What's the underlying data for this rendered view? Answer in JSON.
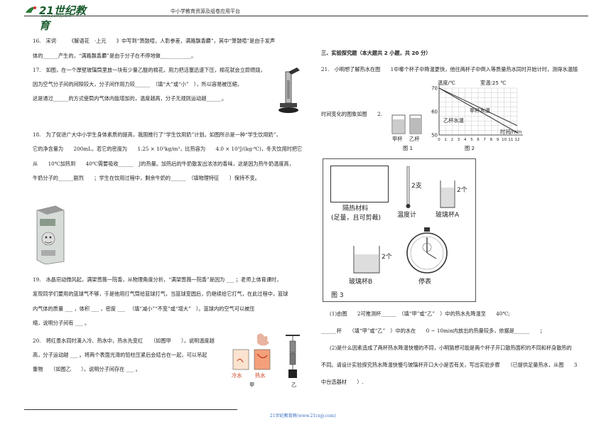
{
  "header": {
    "logo_text": "21世纪教育",
    "logo_url": "www.21cnjy.com",
    "center_title": "中小学教育资源及组卷应用平台"
  },
  "footer": {
    "text": "21世纪教育网(www.21cnjy.com)"
  },
  "left_column": {
    "q16": {
      "line1": "16.　宋词　　　《解语花　·上元　　》中写到“箫鼓喧，人影参差，满路飘香麝”，其中“箫鼓喧”是由于发声",
      "line2": "体的______产生的，“满路飘香麝”是由于分子在不停地做____________。"
    },
    "q17": {
      "line1": "17.　如图，在一个厚壁玻璃筒里放一块有少量乙醚的棉花，用力把活塞迅速下压，棉花就会立即燃烧，",
      "line2": "因为空气分子间的间隙较大，分子间作用力较______　（填“大”或“小”　），所以容易被压缩，",
      "line3": "这是通过______的方式使筒内气体内能增加的，温度越高，分子无规则运动越______。"
    },
    "q18": {
      "line1": "18.　为了促进广大中小学生身体素质的提高，我国推行了“学生饮用奶”计划。如图所示是一种“学生饮用奶”，",
      "line2": "它的净含量为　　200mL，若它的密度为　　1.25 × 10³kg/m³，比热容为　　4.0 × 10³J/(kg·℃)，冬天饮用时把它",
      "line3": "从　　10℃加热到　　40℃需要吸收______　J的热量。加热后的牛奶散发出浓浓的香味，这是因为热牛奶温度高，",
      "line4": "牛奶分子的______剧烈　　；学生在饮用过程中，剩余牛奶的______　（填物理特征　　）保持不变。"
    },
    "q19": {
      "line1": "19.　水晶帘动微风起，满架蔷薇一院香，从物理角度分析，“满架蔷薇一院香”是因为 ___ ；老师上体育课时，",
      "line2": "发现同学们要用的篮球气不够，于是他用打气筒给篮球打气，当篮球变圆后，仍继续给它打气，在此过程中，篮球",
      "line3": "内气体的质量 ___ ，体积 ___ ，密度 ___ 　（填“减小”“不变”或“增大”　）。篮球内的空气可以被压",
      "line4": "缩，说明分子间有 ___ 。"
    },
    "q20": {
      "line1": "20.　将红墨水同时滴入冷、热水中，热水先变红　　（如图甲　　），说明温度越",
      "line2": "高，分子运动越 ___ 。将两个表面光滑的铅柱压紧后会结合在一起，可以吊起",
      "line3": "重物　　（如图乙　　），说明分子间存在 ___ 。"
    },
    "fig20": {
      "cold_label": "冷水",
      "hot_label": "热水",
      "jia": "甲",
      "yi": "乙"
    }
  },
  "right_column": {
    "section_title": "三、实验探究题（本大题共 2 小题，共 20 分）",
    "q21": {
      "line1": "21.　小明想了解热水在图　　1中哪个杯子中降温更快，他往两杯子中倒入等质量热水同时开始计时，测得水温随",
      "line2": "时间变化的图象如图　　2.",
      "line3": "(1)由图　　2可推测杯______　（填“甲”或“乙”　）中的热水先降温至　　40℃;",
      "line4": "______杯　　（填“甲”或“乙”　）中的水在　　0 ~ 10min内放出的热量较多，依据是______　　；",
      "line5": "(2)是什么因素造成了两杯热水降温快慢的不同，小明猜想可能是两个杯子开口散热面积的不同和杯身散热的",
      "line6": "不同。请设计实验探究热水降温快慢与玻璃杯开口大小是否有关，写出实验步骤　　（已提供足量热水，从图　　3",
      "line7": "中台选器材　　）."
    },
    "fig1": {
      "cup_jia": "甲杯",
      "cup_yi": "乙杯",
      "caption": "图 1"
    },
    "fig2": {
      "ylabel": "温度/℃",
      "room_temp": "室温:25 ℃",
      "series_jia": "甲杯水温",
      "series_yi": "乙杯水温",
      "xlabel": "时间/min",
      "caption": "图 2",
      "y_ticks": [
        "70",
        "60",
        "50"
      ],
      "x_ticks": [
        "0",
        "1",
        "2",
        "3",
        "4",
        "5",
        "6",
        "7",
        "8",
        "9",
        "10",
        "11",
        "12"
      ]
    },
    "fig3": {
      "insulation_label1": "隔热材料",
      "insulation_label2": "(足量，且可剪裁)",
      "thermometer_count": "2支",
      "thermometer_label": "温度计",
      "cup_a_count": "2个",
      "cup_a_label": "玻璃杯A",
      "cup_b_count": "2个",
      "cup_b_label": "玻璃杯B",
      "stopwatch_label": "停表",
      "caption": "图 3"
    }
  },
  "chart_data": {
    "type": "line",
    "title": "",
    "xlabel": "时间/min",
    "ylabel": "温度/℃",
    "xlim": [
      0,
      12
    ],
    "ylim": [
      50,
      70
    ],
    "series": [
      {
        "name": "甲杯水温",
        "x": [
          0,
          12
        ],
        "y": [
          70,
          54
        ]
      },
      {
        "name": "乙杯水温",
        "x": [
          0,
          12
        ],
        "y": [
          70,
          51
        ]
      }
    ]
  }
}
